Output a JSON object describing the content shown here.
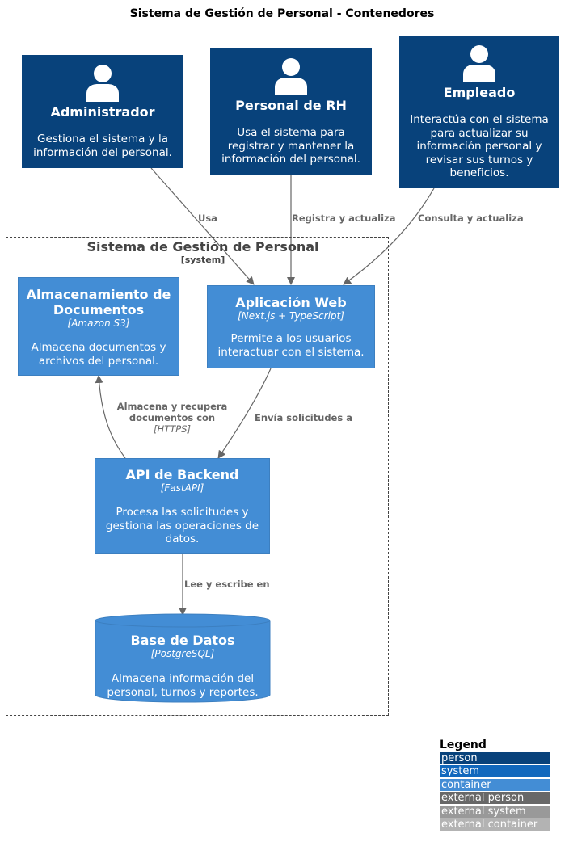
{
  "title": "Sistema de Gestión de Personal - Contenedores",
  "persons": [
    {
      "name": "Administrador",
      "description": "Gestiona el sistema y la información del personal."
    },
    {
      "name": "Personal de RH",
      "description": "Usa el sistema para registrar y mantener la información del personal."
    },
    {
      "name": "Empleado",
      "description": "Interactúa con el sistema para actualizar su información personal y revisar sus turnos y beneficios."
    }
  ],
  "boundary": {
    "name": "Sistema de Gestión de Personal",
    "type": "[system]"
  },
  "containers": {
    "storage": {
      "name": "Almacenamiento de Documentos",
      "tech": "[Amazon S3]",
      "description": "Almacena documentos y archivos del personal."
    },
    "webapp": {
      "name": "Aplicación Web",
      "tech": "[Next.js + TypeScript]",
      "description": "Permite a los usuarios interactuar con el sistema."
    },
    "api": {
      "name": "API de Backend",
      "tech": "[FastAPI]",
      "description": "Procesa las solicitudes y gestiona las operaciones de datos."
    },
    "database": {
      "name": "Base de Datos",
      "tech": "[PostgreSQL]",
      "description": "Almacena información del personal, turnos y reportes."
    }
  },
  "relations": {
    "admin_web": "Usa",
    "rh_web": "Registra y actualiza",
    "emp_web": "Consulta y actualiza",
    "api_storage": "Almacena y recupera documentos con",
    "api_storage_tech": "[HTTPS]",
    "web_api": "Envía solicitudes a",
    "api_db": "Lee y escribe en"
  },
  "legend": {
    "title": "Legend",
    "items": [
      {
        "label": "person",
        "color": "#08427b"
      },
      {
        "label": "system",
        "color": "#1168bd"
      },
      {
        "label": "container",
        "color": "#438dd5"
      },
      {
        "label": "external person",
        "color": "#686868"
      },
      {
        "label": "external system",
        "color": "#999999"
      },
      {
        "label": "external container",
        "color": "#b3b3b3"
      }
    ]
  }
}
